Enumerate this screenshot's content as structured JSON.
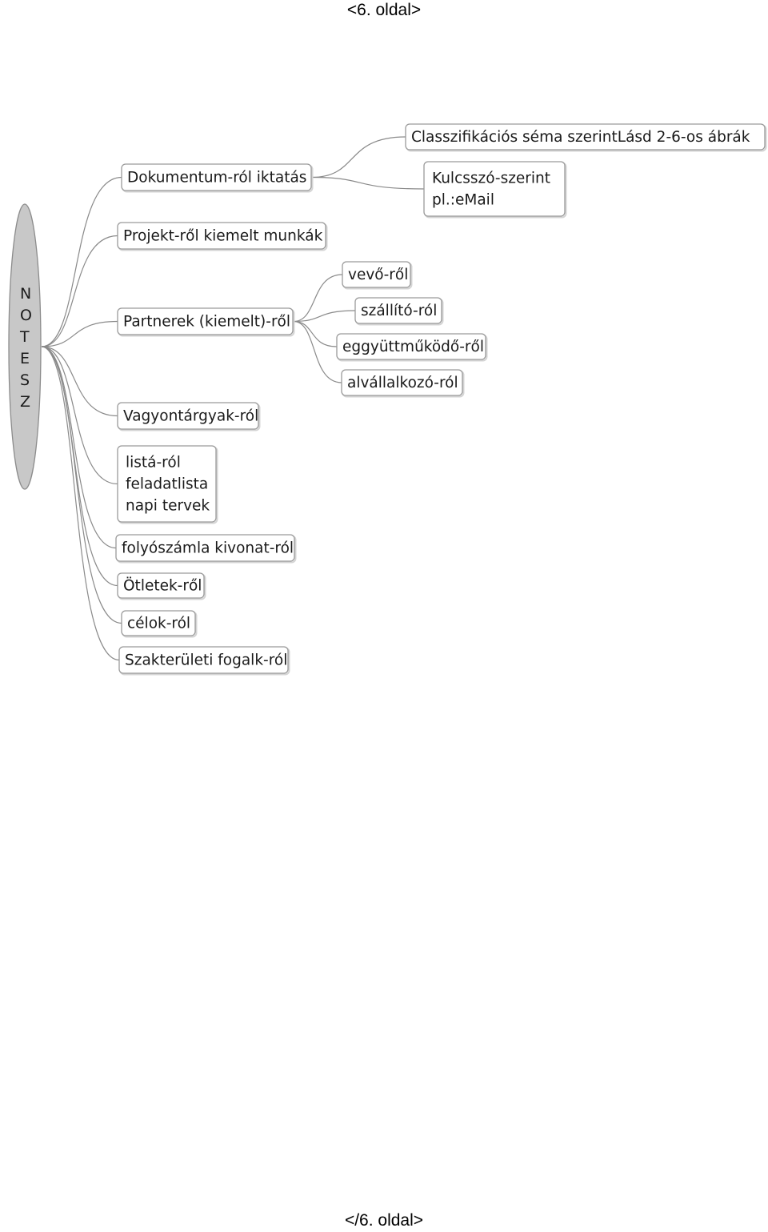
{
  "page": {
    "header": "<6. oldal>",
    "footer": "</6. oldal>"
  },
  "diagram": {
    "root": {
      "label_letters": [
        "N",
        "O",
        "T",
        "E",
        "S",
        "Z"
      ]
    },
    "branches": [
      {
        "id": "dokumentum",
        "lines": [
          "Dokumentum-ról iktatás"
        ],
        "children": [
          {
            "id": "classzifikacios",
            "lines": [
              "Classzifikációs séma szerintLásd 2-6-os ábrák"
            ]
          },
          {
            "id": "kulcsszo",
            "lines": [
              "Kulcsszó-szerint",
              "pl.:eMail"
            ]
          }
        ]
      },
      {
        "id": "projekt",
        "lines": [
          "Projekt-ről kiemelt munkák"
        ],
        "children": []
      },
      {
        "id": "partnerek",
        "lines": [
          "Partnerek (kiemelt)-ről"
        ],
        "children": [
          {
            "id": "vevo",
            "lines": [
              "vevő-ről"
            ]
          },
          {
            "id": "szallito",
            "lines": [
              "szállító-ról"
            ]
          },
          {
            "id": "egyuttmukodo",
            "lines": [
              "eggyüttműködő-ről"
            ]
          },
          {
            "id": "alvallalkozo",
            "lines": [
              "alvállalkozó-ról"
            ]
          }
        ]
      },
      {
        "id": "vagyontargyak",
        "lines": [
          "Vagyontárgyak-ról"
        ],
        "children": []
      },
      {
        "id": "lista",
        "lines": [
          "listá-ról",
          "feladatlista",
          "napi tervek"
        ],
        "children": []
      },
      {
        "id": "folyoszamla",
        "lines": [
          "folyószámla kivonat-ról"
        ],
        "children": []
      },
      {
        "id": "otletek",
        "lines": [
          "Ötletek-ről"
        ],
        "children": []
      },
      {
        "id": "celok",
        "lines": [
          "célok-ról"
        ],
        "children": []
      },
      {
        "id": "szakteruleti",
        "lines": [
          "Szakterületi fogalk-ról"
        ],
        "children": []
      }
    ]
  }
}
